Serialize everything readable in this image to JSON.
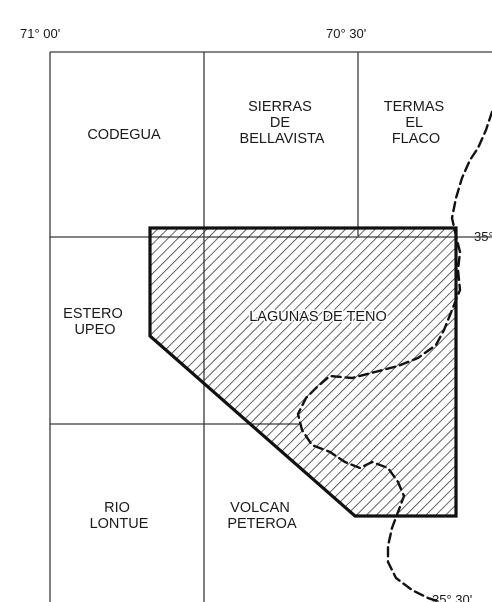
{
  "map": {
    "longitude_labels": [
      "71° 00'",
      "70° 30'"
    ],
    "latitude_labels": [
      "35°",
      "35° 30'"
    ],
    "quadrangles": [
      {
        "id": "codegua",
        "lines": [
          "CODEGUA"
        ]
      },
      {
        "id": "sierras-de-bellavista",
        "lines": [
          "SIERRAS",
          "DE",
          "BELLAVISTA"
        ]
      },
      {
        "id": "termas-el-flaco",
        "lines": [
          "TERMAS",
          "EL",
          "FLACO"
        ]
      },
      {
        "id": "estero-upeo",
        "lines": [
          "ESTERO",
          "UPEO"
        ]
      },
      {
        "id": "rio-lontue",
        "lines": [
          "RIO",
          "LONTUE"
        ]
      },
      {
        "id": "volcan-peteroa",
        "lines": [
          "VOLCAN",
          "PETEROA"
        ]
      }
    ],
    "study_area_label": "LAGUNAS DE TENO",
    "colors": {
      "ink": "#1a1a1a",
      "background": "#ffffff",
      "hatch": "#222222"
    }
  }
}
